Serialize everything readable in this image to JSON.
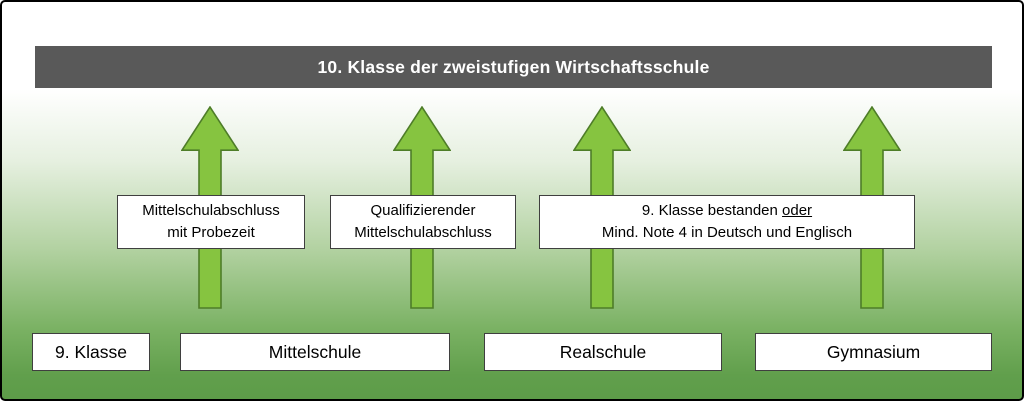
{
  "title": "10. Klasse der zweistufigen Wirtschaftsschule",
  "conditions": {
    "c1": {
      "line1": "Mittelschulabschluss",
      "line2": "mit Probezeit"
    },
    "c2": {
      "line1": "Qualifizierender",
      "line2": "Mittelschulabschluss"
    },
    "c3": {
      "line1_text": "9. Klasse bestanden",
      "line1_underlined": "oder",
      "line2": "Mind. Note 4 in Deutsch und Englisch"
    }
  },
  "schools": {
    "s1": "9. Klasse",
    "s2": "Mittelschule",
    "s3": "Realschule",
    "s4": "Gymnasium"
  },
  "icons": {
    "arrow": "up-arrow"
  },
  "colors": {
    "header_bg": "#595959",
    "header_text": "#ffffff",
    "arrow_fill": "#86c440",
    "arrow_stroke": "#4e7d28",
    "box_border": "#3f3f3f",
    "gradient_top": "#ffffff",
    "gradient_bottom": "#5d9c49",
    "outer_border": "#000000"
  }
}
